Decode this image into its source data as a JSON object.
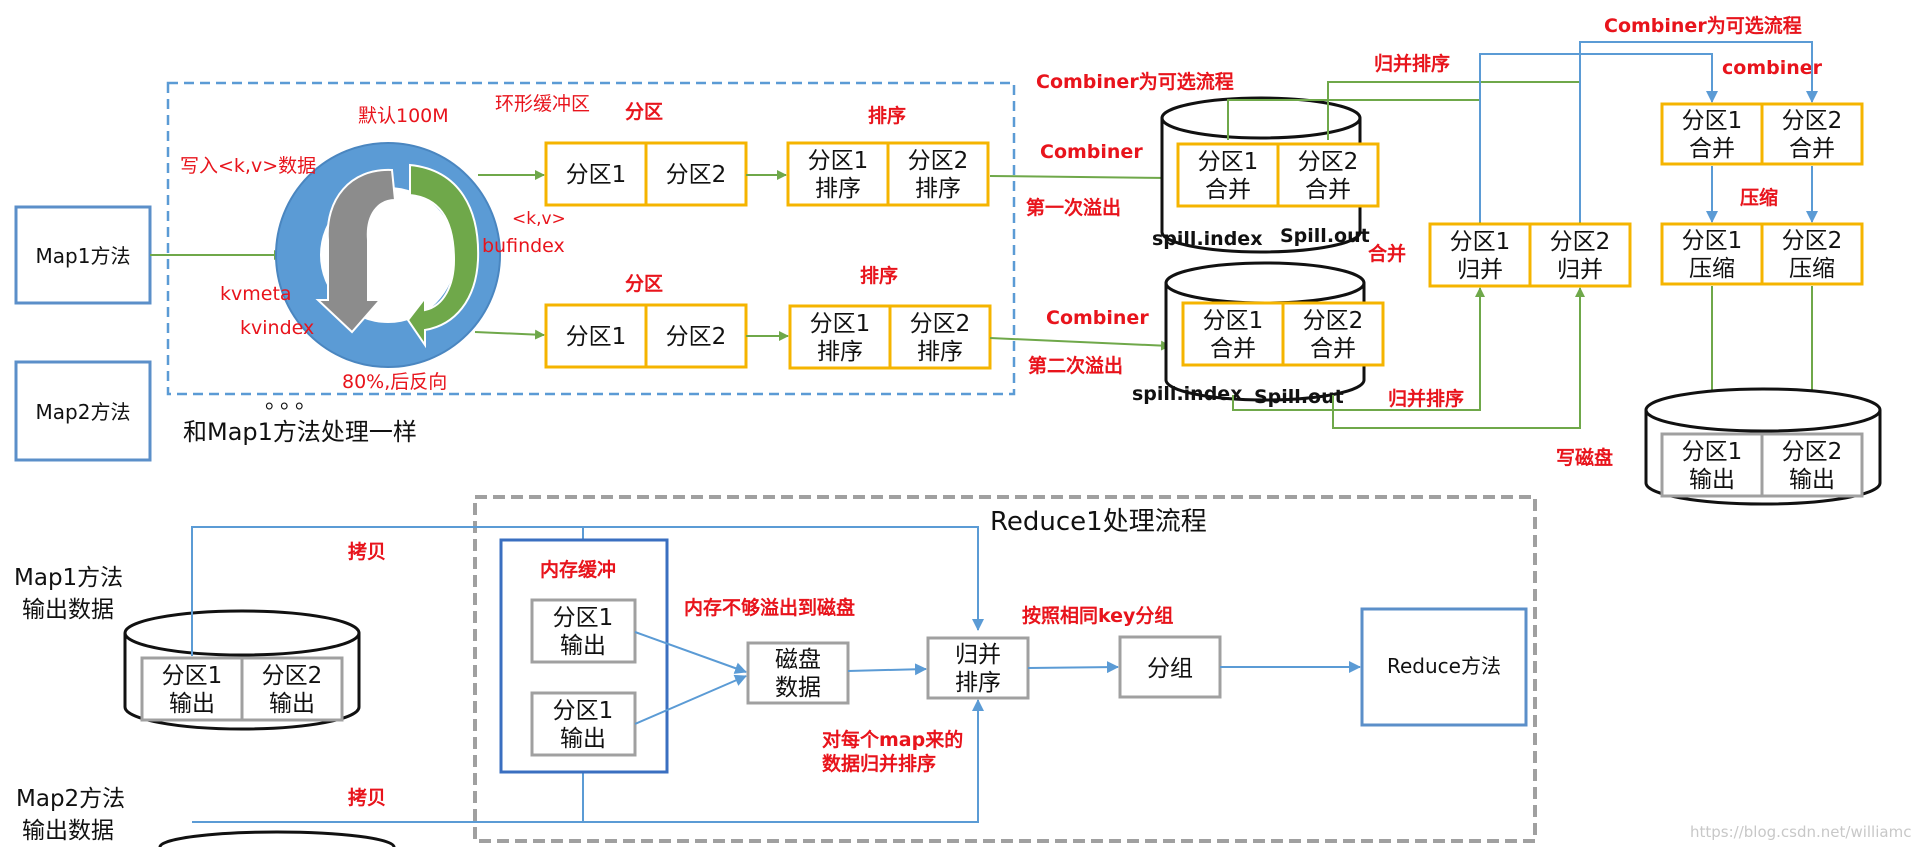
{
  "map_stage": {
    "map1_method": "Map1方法",
    "map2_method": "Map2方法",
    "ring_buffer": "环形缓冲区",
    "default_size": "默认100M",
    "write_kv": "写入<k,v>数据",
    "kv_label": "<k,v>",
    "bufindex": "bufindex",
    "kvmeta": "kvmeta",
    "kvindex": "kvindex",
    "threshold": "80%,后反向",
    "ellipsis": "。。。",
    "same_as_map1": "和Map1方法处理一样",
    "partition_label": "分区",
    "sort_label": "排序",
    "partition1": "分区1",
    "partition2": "分区2",
    "partition1_sorted": [
      "分区1",
      "排序"
    ],
    "partition2_sorted": [
      "分区2",
      "排序"
    ],
    "combiner": "Combiner",
    "combiner_optional": "Combiner为可选流程",
    "first_spill": "第一次溢出",
    "second_spill": "第二次溢出",
    "spill_index": "spill.index",
    "spill_out": "Spill.out",
    "merge_sort": "归并排序",
    "merge": "合并",
    "partition1_merged": [
      "分区1",
      "合并"
    ],
    "partition2_merged": [
      "分区2",
      "合并"
    ],
    "partition1_mergesort": [
      "分区1",
      "归并"
    ],
    "partition2_mergesort": [
      "分区2",
      "归并"
    ],
    "combiner_lower": "combiner",
    "compress": "压缩",
    "partition1_compressed": [
      "分区1",
      "压缩"
    ],
    "partition2_compressed": [
      "分区2",
      "压缩"
    ],
    "write_disk": "写磁盘",
    "partition1_output": [
      "分区1",
      "输出"
    ],
    "partition2_output": [
      "分区2",
      "输出"
    ]
  },
  "reduce_stage": {
    "title": "Reduce1处理流程",
    "map1_output_data": [
      "Map1方法",
      "输出数据"
    ],
    "map2_output_data": [
      "Map2方法",
      "输出数据"
    ],
    "copy": "拷贝",
    "memory_buffer": "内存缓冲",
    "partition1_output": [
      "分区1",
      "输出"
    ],
    "partition2_output": [
      "分区2",
      "输出"
    ],
    "memory_overflow": "内存不够溢出到磁盘",
    "disk_data": [
      "磁盘",
      "数据"
    ],
    "merge_sort": [
      "归并",
      "排序"
    ],
    "group_by_key": "按照相同key分组",
    "group": "分组",
    "reduce_method": "Reduce方法",
    "per_map_merge": [
      "对每个map来的",
      "数据归并排序"
    ]
  },
  "watermark": "https://blog.csdn.net/williamcc",
  "colors": {
    "red_text": "#e8141c",
    "yellow_box": "#f5b400",
    "blue_box": "#5b8fc9",
    "green_arrow": "#6fa84a",
    "blue_arrow": "#5b9bd5",
    "ring": "#5b9bd5",
    "gray_box": "#a0a0a0"
  }
}
